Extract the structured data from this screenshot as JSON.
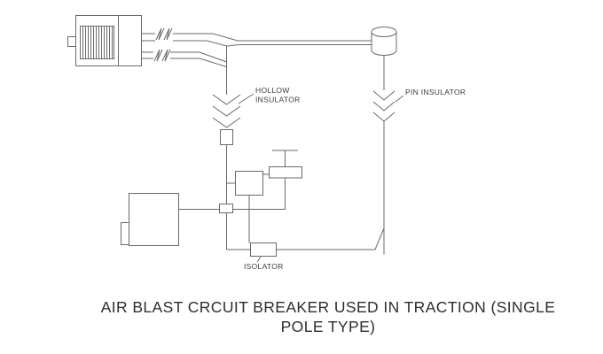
{
  "caption": {
    "line1": "AIR BLAST CRCUIT BREAKER USED IN TRACTION (SINGLE",
    "line2": "POLE TYPE)"
  },
  "labels": {
    "hollow_insulator_line1": "HOLLOW",
    "hollow_insulator_line2": "INSULATOR",
    "pin_insulator": "PIN INSULATOR",
    "isolator": "ISOLATOR"
  },
  "colors": {
    "background": "#ffffff",
    "diagram_line": "#6a6a6a",
    "label_text": "#3d3d3d",
    "caption_text": "#2e2e2e"
  }
}
